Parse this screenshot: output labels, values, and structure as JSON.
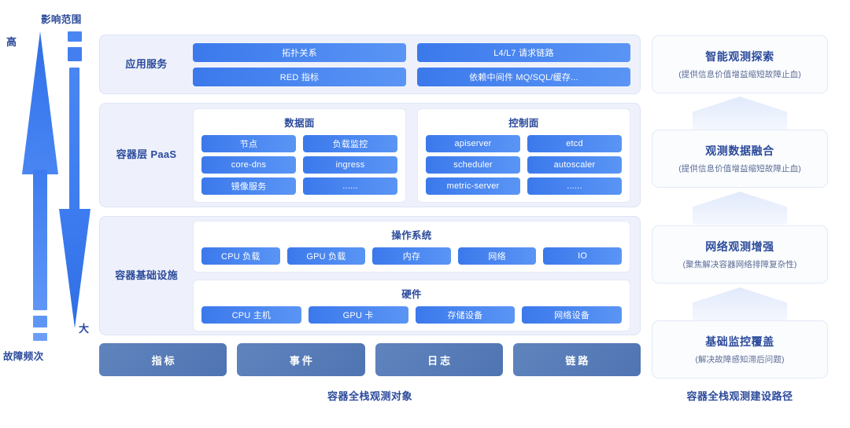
{
  "axis": {
    "top_title": "影响范围",
    "bottom_title": "故障频次",
    "cap_high": "高",
    "cap_big": "大"
  },
  "layers": [
    {
      "label": "应用服务",
      "items": [
        "拓扑关系",
        "L4/L7 请求链路",
        "RED 指标",
        "依赖中间件 MQ/SQL/缓存..."
      ]
    },
    {
      "label": "容器层 PaaS",
      "cards": [
        {
          "title": "数据面",
          "items": [
            "节点",
            "负载监控",
            "core-dns",
            "ingress",
            "镜像服务",
            "......"
          ]
        },
        {
          "title": "控制面",
          "items": [
            "apiserver",
            "etcd",
            "scheduler",
            "autoscaler",
            "metric-server",
            "......"
          ]
        }
      ]
    },
    {
      "label": "容器基础设施",
      "cards": [
        {
          "title": "操作系统",
          "items": [
            "CPU 负载",
            "GPU 负载",
            "内存",
            "网络",
            "IO"
          ]
        },
        {
          "title": "硬件",
          "items": [
            "CPU 主机",
            "GPU 卡",
            "存储设备",
            "网络设备"
          ]
        }
      ]
    }
  ],
  "bottom_bar": {
    "items": [
      "指标",
      "事件",
      "日志",
      "链路"
    ],
    "caption": "容器全栈观测对象"
  },
  "right_column": {
    "cards": [
      {
        "title": "智能观测探索",
        "sub": "(提供信息价值增益缩短故障止血)"
      },
      {
        "title": "观测数据融合",
        "sub": "(提供信息价值增益缩短故障止血)"
      },
      {
        "title": "网络观测增强",
        "sub": "(聚焦解决容器网络排障复杂性)"
      },
      {
        "title": "基础监控覆盖",
        "sub": "(解决故障感知滞后问题)"
      }
    ],
    "caption": "容器全栈观测建设路径"
  },
  "colors": {
    "accent": "#3b79ec",
    "accent_light": "#5a95f5",
    "text_blue": "#2b4a9b",
    "panel_bg": "#eef1fb",
    "bar_btn": "#5f84bd"
  }
}
